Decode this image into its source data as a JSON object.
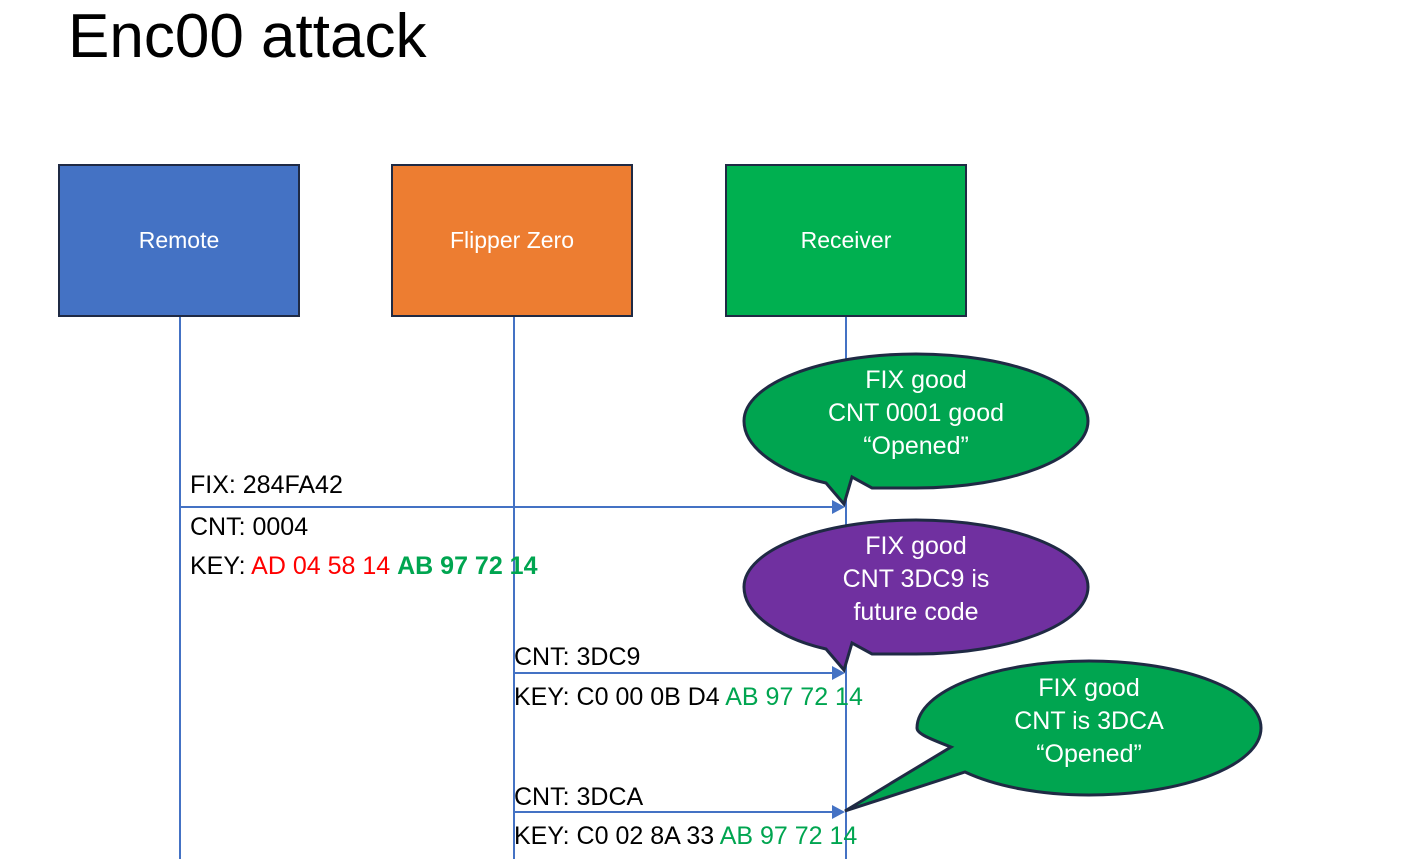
{
  "title": "Enc00 attack",
  "colors": {
    "remote": "#4472C4",
    "flipper": "#ED7D31",
    "receiver": "#00B050",
    "bubble_good": "#00A550",
    "bubble_future": "#7030A0",
    "key_red": "#FF0000",
    "key_green": "#00A550",
    "line": "#4472C4",
    "outline": "#1F2A44"
  },
  "actors": [
    {
      "id": "remote",
      "label": "Remote"
    },
    {
      "id": "flipper",
      "label": "Flipper Zero"
    },
    {
      "id": "receiver",
      "label": "Receiver"
    }
  ],
  "messages": [
    {
      "id": "msg1",
      "from": "remote",
      "to": "receiver",
      "fix": "FIX: 284FA42",
      "cnt": "CNT: 0004",
      "key_label": "KEY: ",
      "key_red": "AD 04 58 14 ",
      "key_green": "AB 97 72 14"
    },
    {
      "id": "msg2",
      "from": "flipper",
      "to": "receiver",
      "cnt": "CNT: 3DC9",
      "key_label": "KEY: C0 00 0B D4 ",
      "key_green": "AB 97 72 14"
    },
    {
      "id": "msg3",
      "from": "flipper",
      "to": "receiver",
      "cnt": "CNT: 3DCA",
      "key_label": "KEY: C0 02 8A 33 ",
      "key_green": "AB 97 72 14"
    }
  ],
  "bubbles": [
    {
      "id": "bubble-1",
      "color": "#00A550",
      "line1": "FIX good",
      "line2": "CNT 0001 good",
      "line3": "“Opened”"
    },
    {
      "id": "bubble-2",
      "color": "#7030A0",
      "line1": "FIX good",
      "line2": "CNT 3DC9 is",
      "line3": "future code"
    },
    {
      "id": "bubble-3",
      "color": "#00A550",
      "line1": "FIX good",
      "line2": "CNT is 3DCA",
      "line3": "“Opened”"
    }
  ]
}
